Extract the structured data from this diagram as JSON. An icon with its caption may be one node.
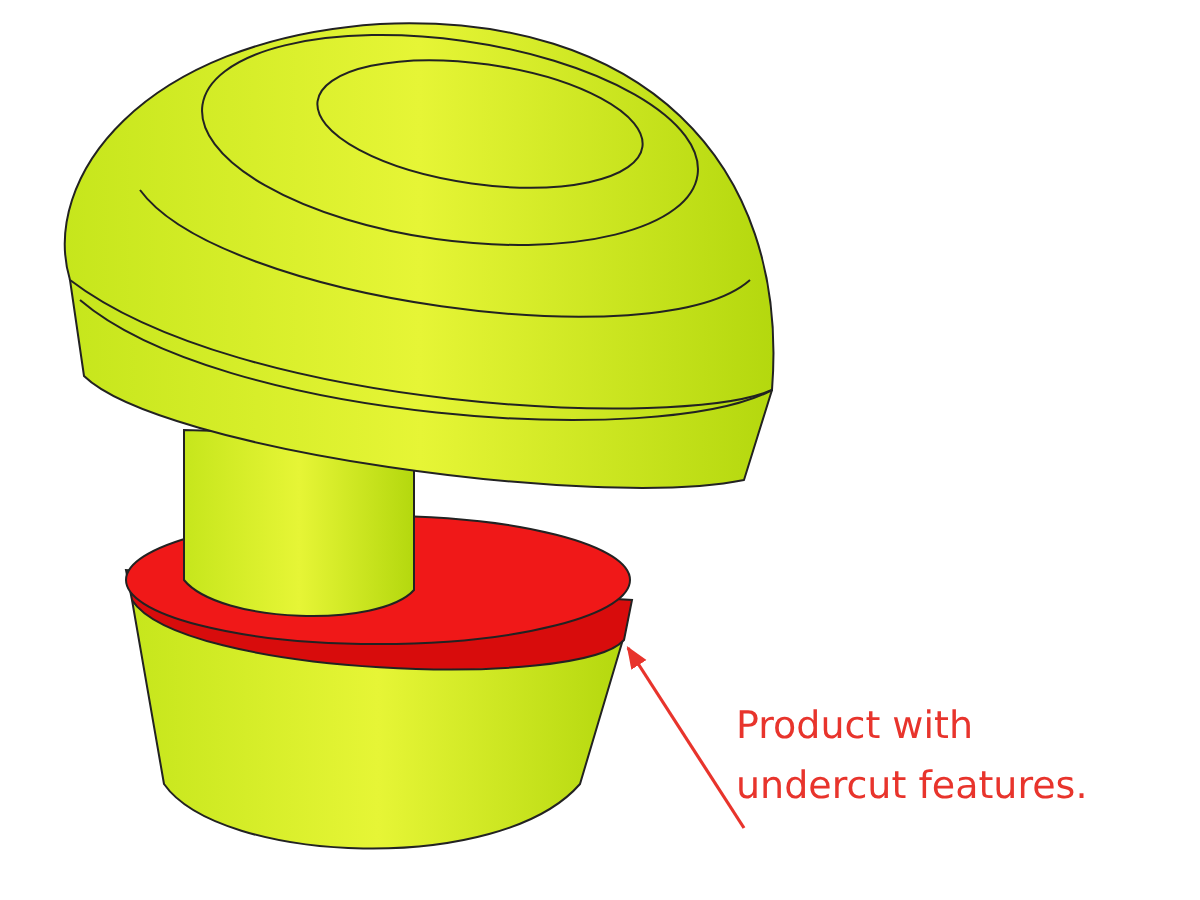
{
  "diagram": {
    "nodes": [
      {
        "text": [
          "Product with undercut features."
        ]
      },
      {
        "text": [],
        "shape": "ring"
      }
    ],
    "edges": [
      {
        "from": 0,
        "to": 1,
        "arrow": "to"
      }
    ]
  }
}
